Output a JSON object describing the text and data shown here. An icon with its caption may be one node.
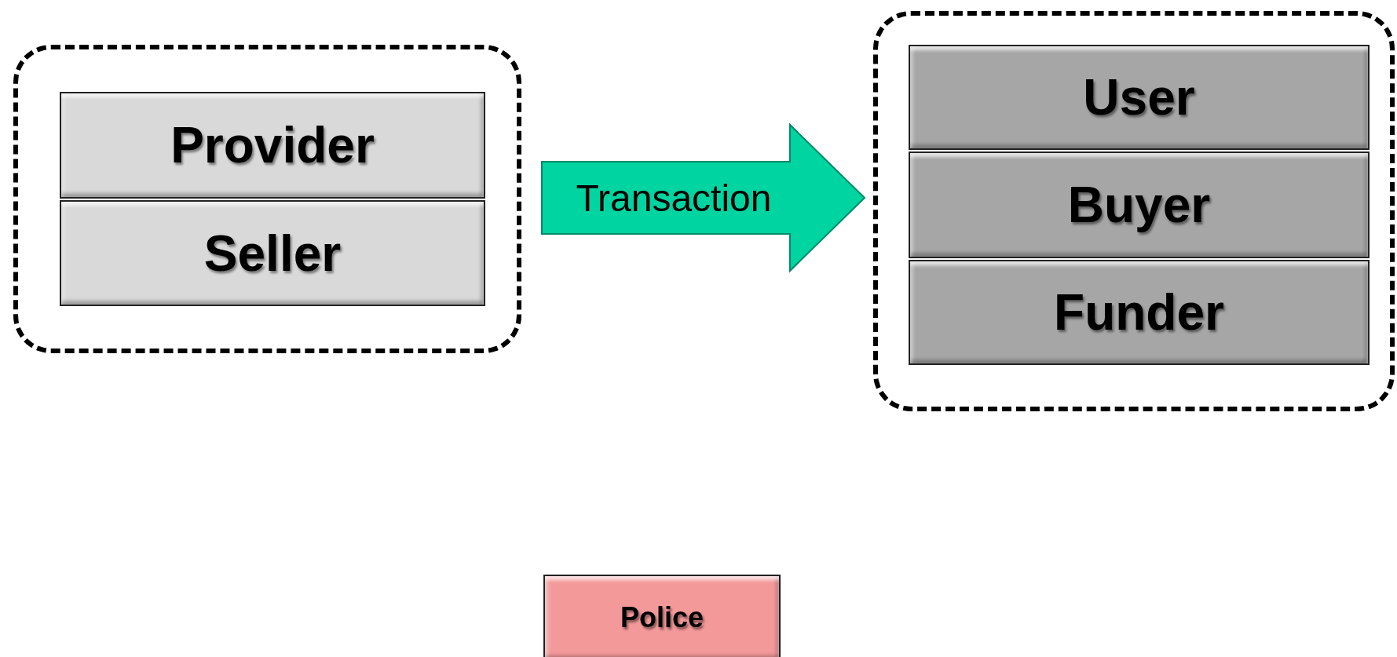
{
  "diagram": {
    "nodes": [
      {
        "text": [],
        "shape": "box"
      },
      {
        "text": [
          "Provider"
        ],
        "in": 0
      },
      {
        "text": [
          "Seller"
        ],
        "in": 0
      },
      {
        "text": [],
        "shape": "box"
      },
      {
        "text": [
          "User"
        ],
        "in": 3
      },
      {
        "text": [
          "Buyer"
        ],
        "in": 3
      },
      {
        "text": [
          "Funder"
        ],
        "in": 3
      },
      {
        "text": [
          "Police"
        ]
      }
    ],
    "edges": [
      {
        "from": 0,
        "to": 3,
        "arrow": "to",
        "label": "Transaction",
        "style": "thick",
        "color": "#00d4a0"
      }
    ]
  }
}
